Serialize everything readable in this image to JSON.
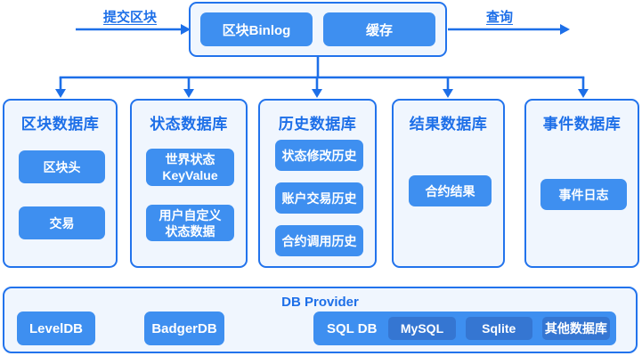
{
  "colors": {
    "accent_blue": "#1d6fe8",
    "border_blue": "#2273ec",
    "button_blue": "#3e8ff0",
    "sub_button_blue": "#3576d2",
    "panel_fill": "#f0f6fe"
  },
  "flow": {
    "submit_label": "提交区块",
    "query_label": "查询"
  },
  "binlog_panel": {
    "block_binlog": "区块Binlog",
    "cache": "缓存"
  },
  "databases": [
    {
      "title": "区块数据库",
      "items": [
        "区块头",
        "交易"
      ]
    },
    {
      "title": "状态数据库",
      "items": [
        "世界状态\nKeyValue",
        "用户自定义\n状态数据"
      ]
    },
    {
      "title": "历史数据库",
      "items": [
        "状态修改历史",
        "账户交易历史",
        "合约调用历史"
      ]
    },
    {
      "title": "结果数据库",
      "items": [
        "合约结果"
      ]
    },
    {
      "title": "事件数据库",
      "items": [
        "事件日志"
      ]
    }
  ],
  "provider": {
    "title": "DB Provider",
    "leveldb": "LevelDB",
    "badgerdb": "BadgerDB",
    "sql": {
      "label": "SQL DB",
      "options": [
        "MySQL",
        "Sqlite",
        "其他数据库"
      ]
    }
  }
}
